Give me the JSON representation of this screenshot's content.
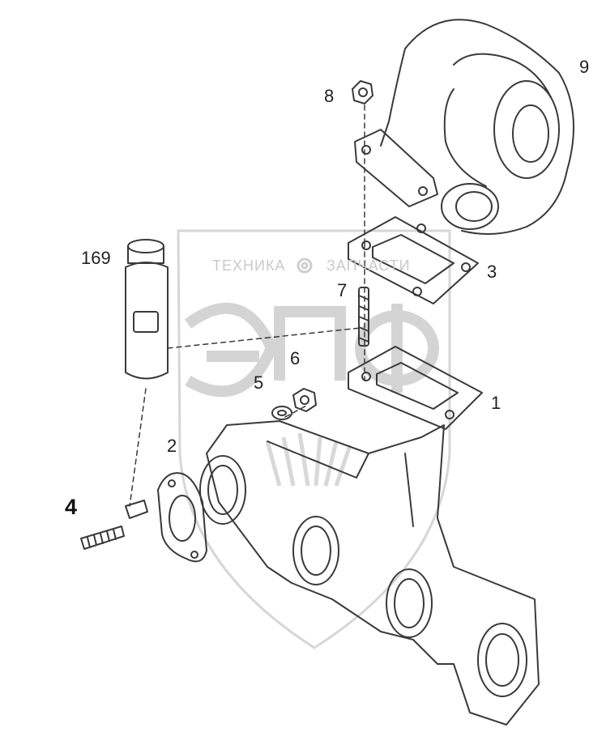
{
  "watermark": {
    "text_left": "ТЕХНИКА",
    "text_right": "ЗАПЧАСТИ",
    "letters": "ЭПФ",
    "color": "#d2d2d2"
  },
  "labels": {
    "p1": "1",
    "p2": "2",
    "p3": "3",
    "p4": "4",
    "p5": "5",
    "p6": "6",
    "p7": "7",
    "p8": "8",
    "p9": "9",
    "p169": "169"
  },
  "colors": {
    "line": "#3a3a3a",
    "background": "#ffffff"
  }
}
